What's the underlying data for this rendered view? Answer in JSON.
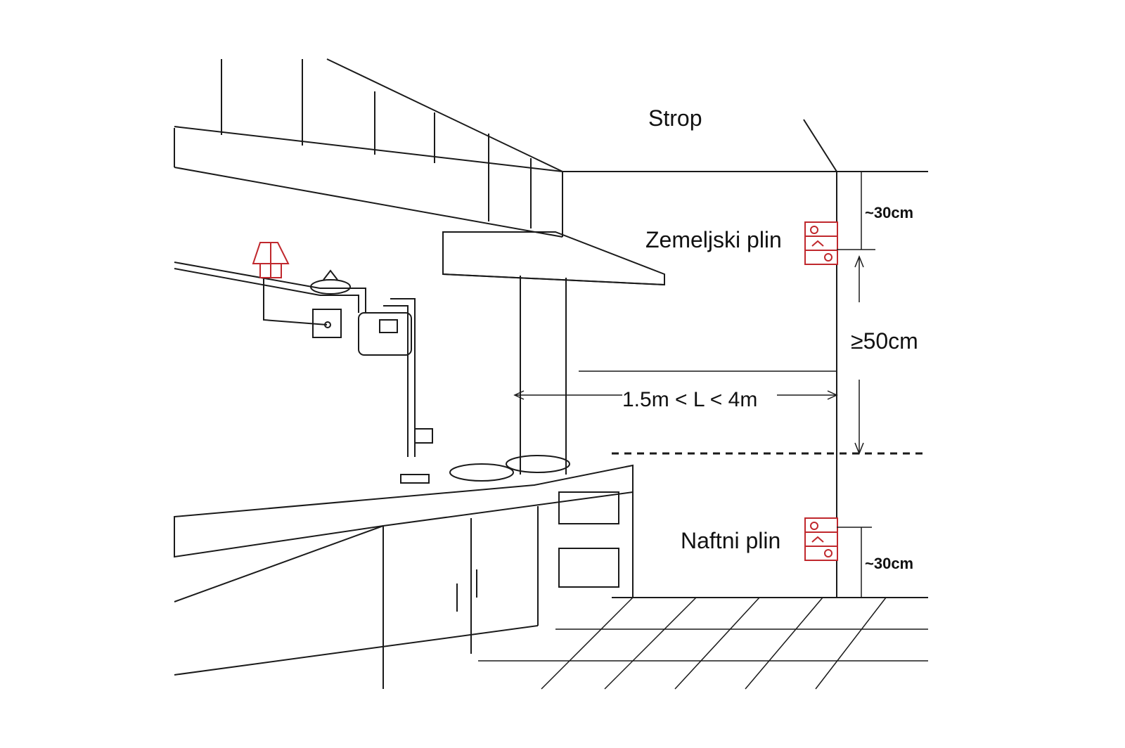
{
  "labels": {
    "ceiling": "Strop",
    "natural_gas": "Zemeljski plin",
    "petroleum_gas": "Naftni plin",
    "top_distance": "~30cm",
    "middle_distance": "≥50cm",
    "bottom_distance": "~30cm",
    "horizontal_distance": "1.5m < L < 4m"
  },
  "colors": {
    "line": "#1a1a1a",
    "detector": "#c0282d"
  }
}
